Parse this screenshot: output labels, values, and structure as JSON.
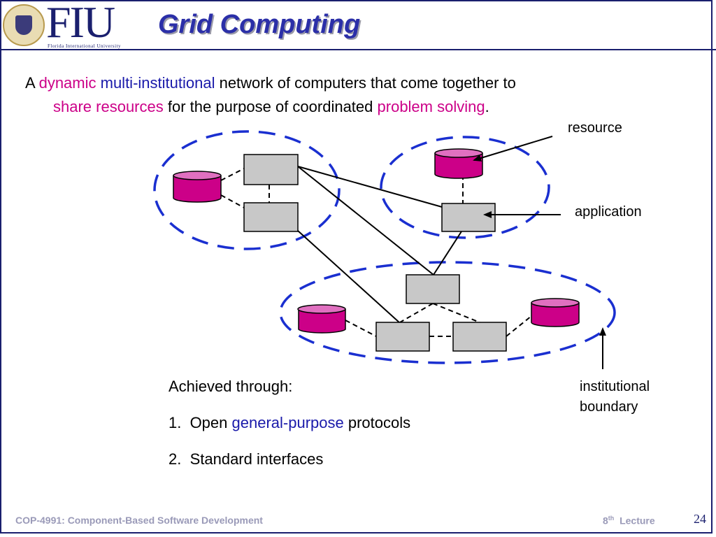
{
  "logo": {
    "text": "FIU",
    "subtitle": "Florida International University"
  },
  "title": "Grid Computing",
  "intro": {
    "a": "A ",
    "dynamic": "dynamic",
    "multi": "multi-institutional",
    "rest1": " network of computers that come together to",
    "share": "share resources",
    "rest2": " for the purpose of coordinated ",
    "problem": "problem solving",
    "period": "."
  },
  "labels": {
    "resource": "resource",
    "application": "application",
    "boundary_line1": "institutional",
    "boundary_line2": "boundary"
  },
  "achieved": {
    "heading": "Achieved through:",
    "item1_prefix": "1.  Open ",
    "item1_highlight": "general-purpose",
    "item1_suffix": " protocols",
    "item2": "2.  Standard interfaces"
  },
  "footer": {
    "course": "COP-4991: Component-Based Software Development",
    "lecture_num": "8",
    "lecture_sup": "th",
    "lecture_word": "  Lecture",
    "page": "24"
  },
  "colors": {
    "title": "#2b2fa8",
    "boundary": "#1a2fd0",
    "resource": "#cc0088",
    "application": "#c8c8c8",
    "highlight_magenta": "#cc0088",
    "highlight_blue": "#1a1aaa"
  }
}
